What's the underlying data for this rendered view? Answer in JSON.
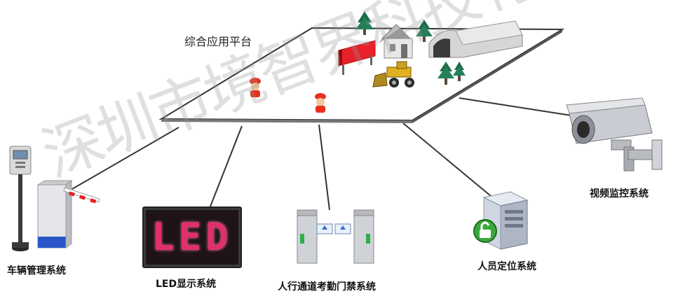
{
  "platform": {
    "title": "综合应用平台"
  },
  "systems": {
    "vehicle": "车辆管理系统",
    "led": "LED显示系统",
    "led_sign": "LED",
    "access": "人行通道考勤门禁系统",
    "location": "人员定位系统",
    "video": "视频监控系统"
  },
  "watermark": "深圳市境智界科技有限公司",
  "colors": {
    "line": "#333333",
    "led_red": "#e0306a",
    "barrier_blue": "#2a56c8"
  }
}
